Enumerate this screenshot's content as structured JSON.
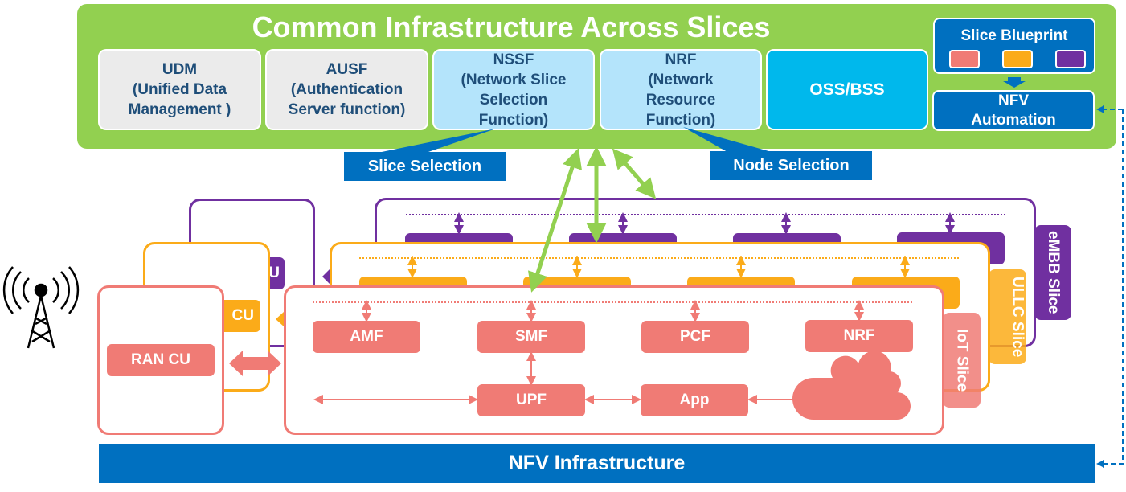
{
  "common_infrastructure": {
    "title": "Common Infrastructure Across Slices",
    "functions": [
      {
        "name": "UDM",
        "desc": "(Unified Data Management )"
      },
      {
        "name": "AUSF",
        "desc": "(Authentication Server function)"
      },
      {
        "name": "NSSF",
        "desc": "(Network Slice Selection Function)"
      },
      {
        "name": "NRF",
        "desc": "(Network Resource Function)"
      }
    ],
    "oss_bss": "OSS/BSS",
    "slice_blueprint": {
      "title": "Slice Blueprint",
      "swatch_colors": [
        "#f07b75",
        "#fbab19",
        "#7030a0"
      ]
    },
    "nfv_automation": "NFV Automation"
  },
  "callouts": {
    "slice_selection": "Slice Selection",
    "node_selection": "Node Selection"
  },
  "ran": {
    "ran_cu": "RAN CU",
    "hidden_cu_suffix": "CU"
  },
  "slices": [
    {
      "name": "eMBB Slice",
      "color": "#7030a0"
    },
    {
      "name": "ULLC Slice",
      "color": "#fbab19"
    },
    {
      "name": "IoT Slice",
      "color": "#f07b75"
    }
  ],
  "iot_slice_functions": {
    "row1": [
      "AMF",
      "SMF",
      "PCF",
      "NRF"
    ],
    "row2": [
      "UPF",
      "App"
    ]
  },
  "nfv_infrastructure": "NFV Infrastructure",
  "colors": {
    "green": "#92d050",
    "blue": "#0070c0",
    "cyan": "#00b8ec",
    "light_blue": "#b4e4fb",
    "salmon": "#f07b75",
    "orange": "#fbab19",
    "purple": "#7030a0"
  }
}
